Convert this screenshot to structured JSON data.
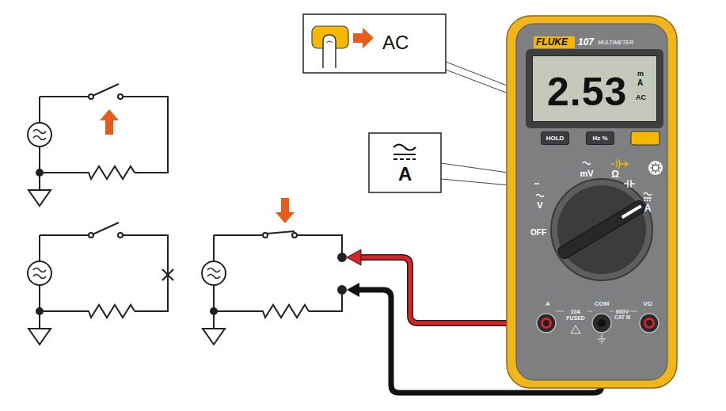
{
  "diagram": {
    "nodes": [
      {
        "text": [
          "AC"
        ]
      },
      {
        "text": [
          "A"
        ]
      },
      {
        "text": [
          "FLUKE",
          "107",
          "MULTIMETER"
        ]
      },
      {
        "text": [
          "2.53",
          "m",
          "A",
          "AC"
        ],
        "in": 2
      },
      {
        "text": [
          "HOLD"
        ],
        "in": 2
      },
      {
        "text": [
          "Hz %"
        ],
        "in": 2
      }
    ],
    "labels": [
      "mV",
      "Ω",
      "V",
      "OFF",
      "A",
      "A",
      "10A",
      "FUSED",
      "COM",
      "600V",
      "CAT III",
      "VΩ"
    ]
  }
}
